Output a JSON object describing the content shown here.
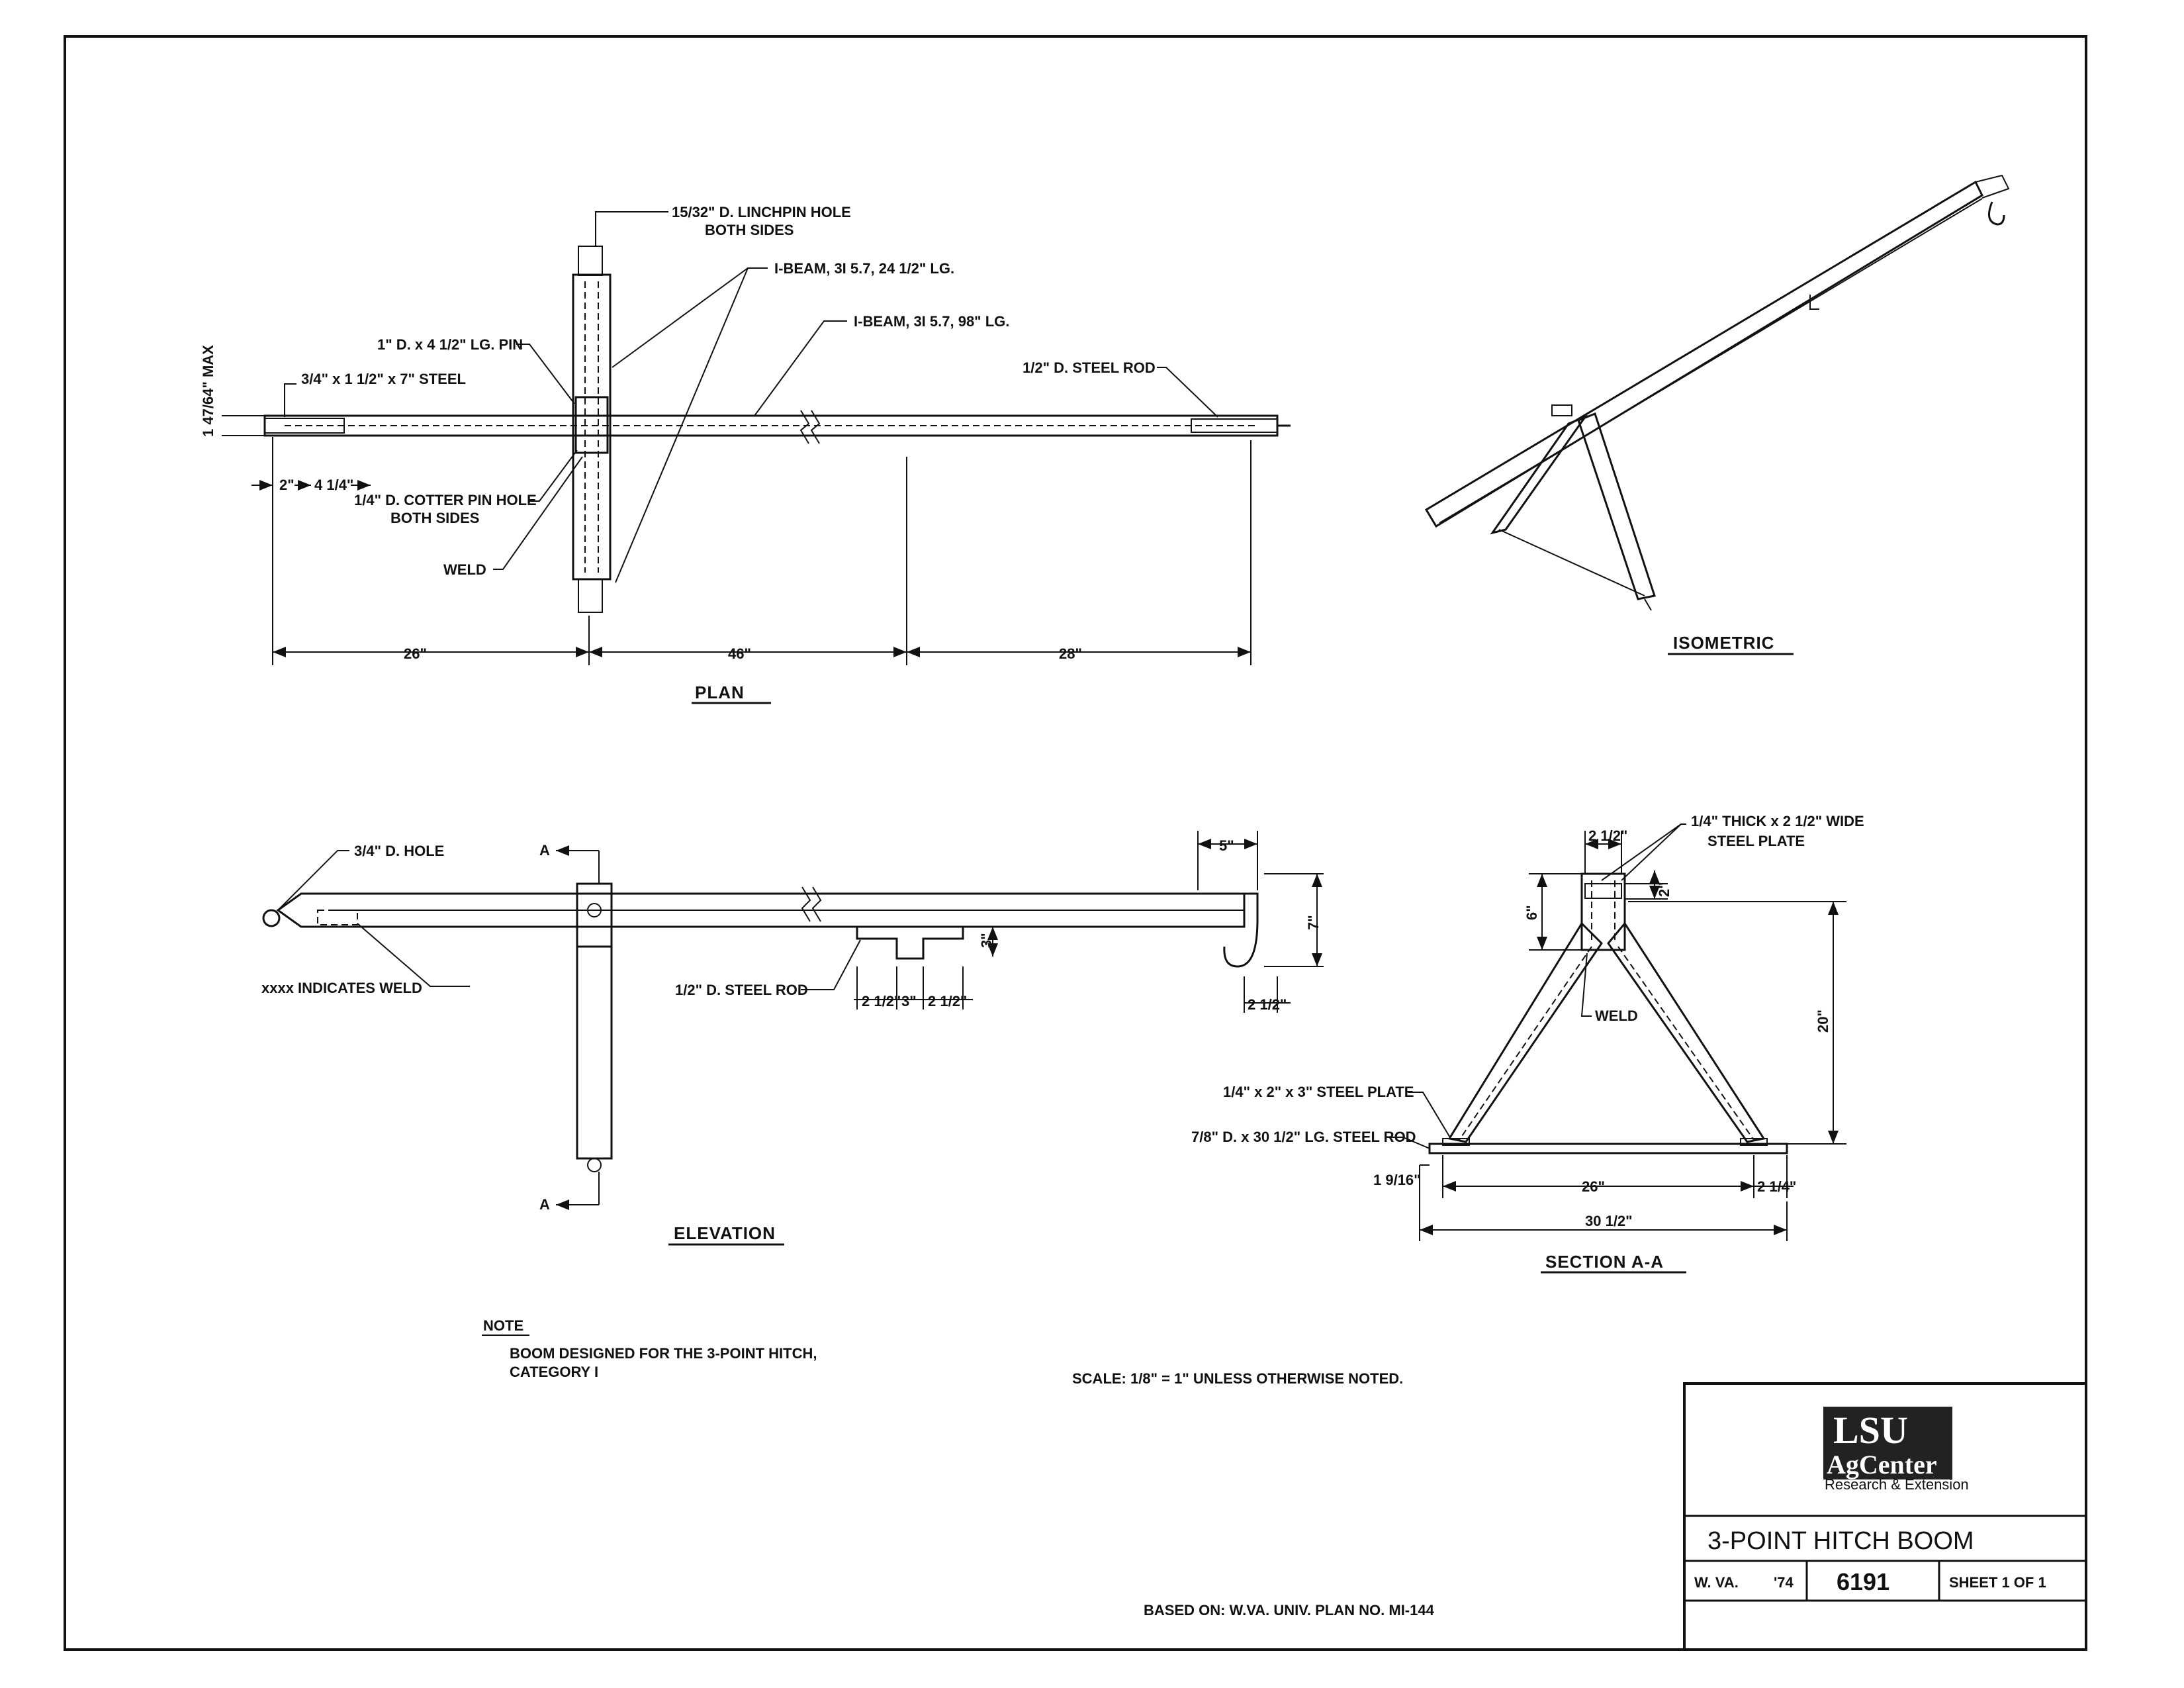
{
  "plan": {
    "title": "PLAN",
    "linchpin": [
      "15/32\" D. LINCHPIN HOLE",
      "BOTH SIDES"
    ],
    "ibeam_short": "I-BEAM, 3I 5.7, 24 1/2\" LG.",
    "ibeam_long": "I-BEAM, 3I 5.7, 98\" LG.",
    "pin": "1\" D. x 4 1/2\" LG. PIN",
    "steel_bar": "3/4\" x 1 1/2\" x 7\" STEEL",
    "max_dim": "1 47/64\" MAX",
    "steel_rod": "1/2\" D. STEEL ROD",
    "cotter": [
      "1/4\" D. COTTER PIN HOLE",
      "BOTH SIDES"
    ],
    "weld": "WELD",
    "dim_2": "2\"",
    "dim_4q": "4 1/4\"",
    "dim_26": "26\"",
    "dim_46": "46\"",
    "dim_28": "28\""
  },
  "isometric": {
    "title": "ISOMETRIC"
  },
  "elevation": {
    "title": "ELEVATION",
    "hole": "3/4\" D. HOLE",
    "weld_note": "xxxx INDICATES WELD",
    "rod": "1/2\" D. STEEL ROD",
    "section_mark": "A",
    "dim_5": "5\"",
    "dim_7": "7\"",
    "dim_3v": "3\"",
    "dim_2h_a": "2 1/2\"",
    "dim_3h": "3\"",
    "dim_2h_b": "2 1/2\"",
    "dim_2h_c": "2 1/2\""
  },
  "section": {
    "title": "SECTION A-A",
    "plate_top": [
      "1/4\" THICK x 2 1/2\" WIDE",
      "STEEL PLATE"
    ],
    "weld": "WELD",
    "plate_bottom": "1/4\" x 2\" x 3\" STEEL PLATE",
    "rod": "7/8\" D. x 30 1/2\" LG. STEEL ROD",
    "dim_2q": "2 1/2\"",
    "dim_2v": "2\"",
    "dim_6": "6\"",
    "dim_20": "20\"",
    "dim_1916": "1 9/16\"",
    "dim_26": "26\"",
    "dim_2qq": "2 1/4\"",
    "dim_30": "30 1/2\""
  },
  "note": {
    "heading": "NOTE",
    "lines": [
      "BOOM DESIGNED FOR THE 3-POINT HITCH,",
      "CATEGORY I"
    ]
  },
  "scale": "SCALE: 1/8\" = 1\" UNLESS OTHERWISE NOTED.",
  "based_on": "BASED ON: W.VA. UNIV. PLAN NO. MI-144",
  "title_block": {
    "logo_top": "LSU",
    "logo_mid": "AgCenter",
    "logo_sub": "Research & Extension",
    "title": "3-POINT HITCH BOOM",
    "origin": "W. VA.",
    "year": "'74",
    "plan_no": "6191",
    "sheet": "SHEET 1 OF 1"
  }
}
